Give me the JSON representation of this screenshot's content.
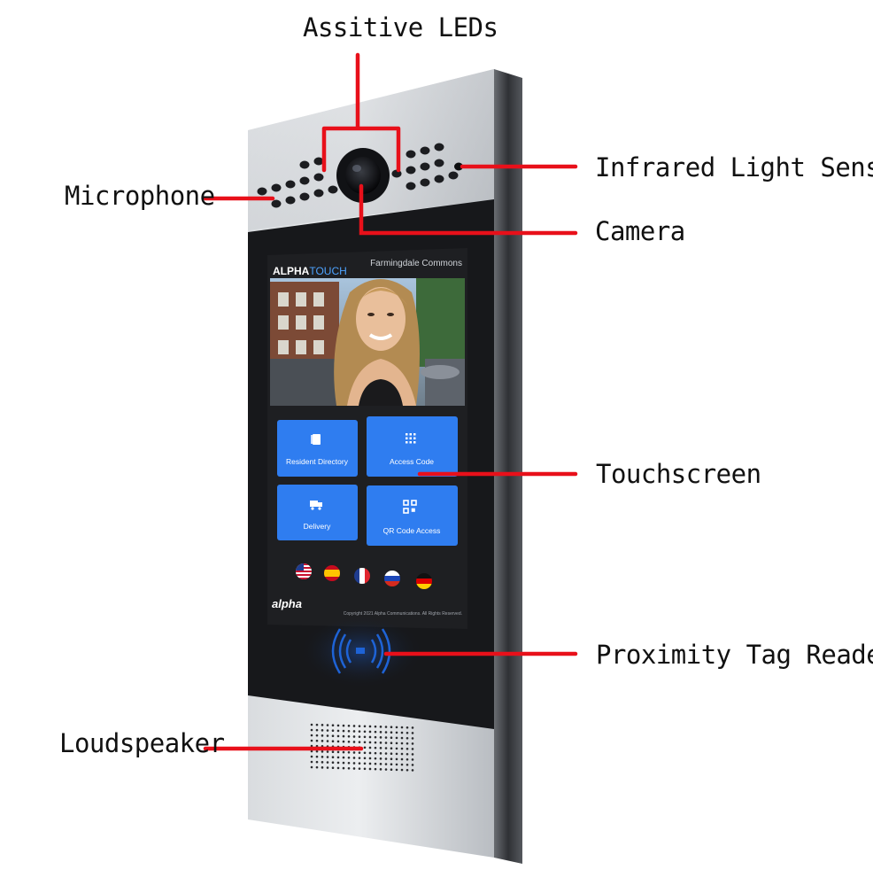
{
  "callouts": {
    "assitive_leds": "Assitive LEDs",
    "microphone": "Microphone",
    "infrared_sensor": "Infrared Light Sensor",
    "camera": "Camera",
    "touchscreen": "Touchscreen",
    "proximity_reader": "Proximity Tag Reader",
    "loudspeaker": "Loudspeaker"
  },
  "screen": {
    "brand_bold": "ALPHA",
    "brand_light": "TOUCH",
    "location": "Farmingdale Commons",
    "buttons": {
      "resident_directory": "Resident Directory",
      "access_code": "Access Code",
      "delivery": "Delivery",
      "qr_code_access": "QR Code Access"
    },
    "footer_logo": "alpha",
    "copyright": "Copyright 2021 Alpha Communications. All Rights Reserved."
  },
  "colors": {
    "leader_line": "#e8101a",
    "button_blue": "#2f7df0",
    "panel_silver": "#c9ccd0",
    "glass_black": "#17181b"
  },
  "icons": {
    "directory": "book-icon",
    "access_code": "keypad-icon",
    "delivery": "truck-icon",
    "qr": "qr-code-icon",
    "reader": "contactless-icon"
  }
}
